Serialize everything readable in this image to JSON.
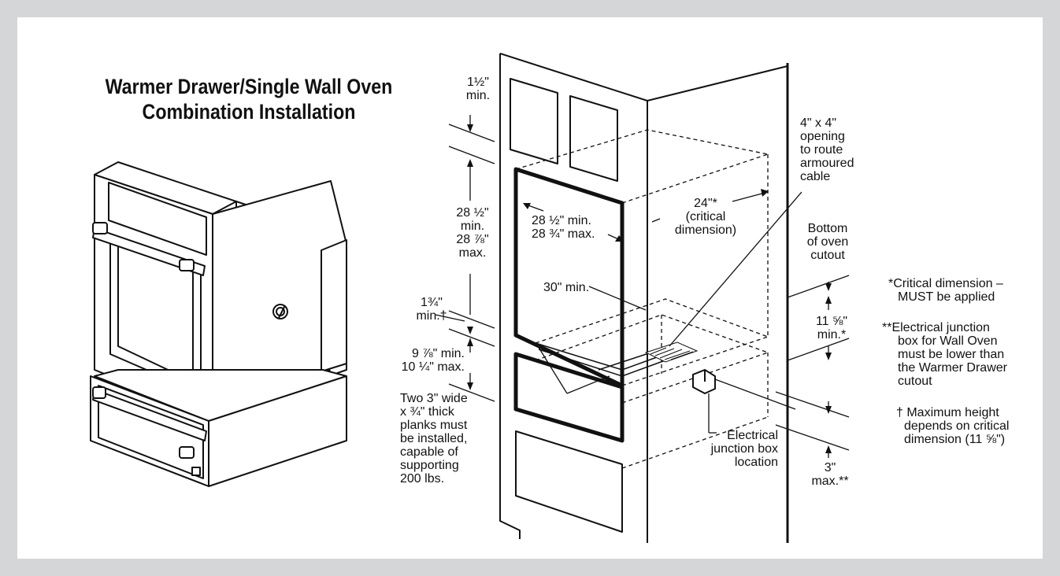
{
  "title": {
    "line1": "Warmer Drawer/Single Wall Oven",
    "line2": "Combination Installation"
  },
  "dimensions": {
    "top_clearance": {
      "value": "1½\"",
      "qualifier": "min."
    },
    "cutout_height": {
      "value1": "28 ½\"",
      "q1": "min.",
      "value2": "28 ⅞\"",
      "q2": "max."
    },
    "gap": {
      "value": "1¾\"",
      "qualifier": "min.†"
    },
    "drawer_cutout": {
      "line1": "9 ⅞\" min.",
      "line2": "10 ¼\" max."
    },
    "cutout_width": {
      "line1": "28 ½\" min.",
      "line2": "28 ¾\" max."
    },
    "depth": {
      "line1": "24\"*",
      "line2": "(critical",
      "line3": "dimension)"
    },
    "opening_depth": "30\" min.",
    "opening": {
      "line1": "4\" x 4\"",
      "line2": "opening",
      "line3": "to route",
      "line4": "armoured",
      "line5": "cable"
    },
    "bottom_cutout": {
      "line1": "Bottom",
      "line2": "of oven",
      "line3": "cutout"
    },
    "critical_height": {
      "value": "11 ⅝\"",
      "qualifier": "min.*"
    },
    "junction_max": {
      "value": "3\"",
      "qualifier": "max.**"
    }
  },
  "callouts": {
    "planks": [
      "Two 3\" wide",
      "x ¾\" thick",
      "planks must",
      "be installed,",
      "capable of",
      "supporting",
      "200 lbs."
    ],
    "junction_box": [
      "Electrical",
      "junction box",
      "location"
    ]
  },
  "notes": {
    "critical": [
      "*Critical dimension –",
      "MUST be applied"
    ],
    "electrical": [
      "**Electrical junction",
      "box for Wall Oven",
      "must be lower than",
      "the Warmer Drawer",
      "cutout"
    ],
    "maximum": [
      "† Maximum height",
      "depends on critical",
      "dimension (11 ⅝\")"
    ]
  }
}
